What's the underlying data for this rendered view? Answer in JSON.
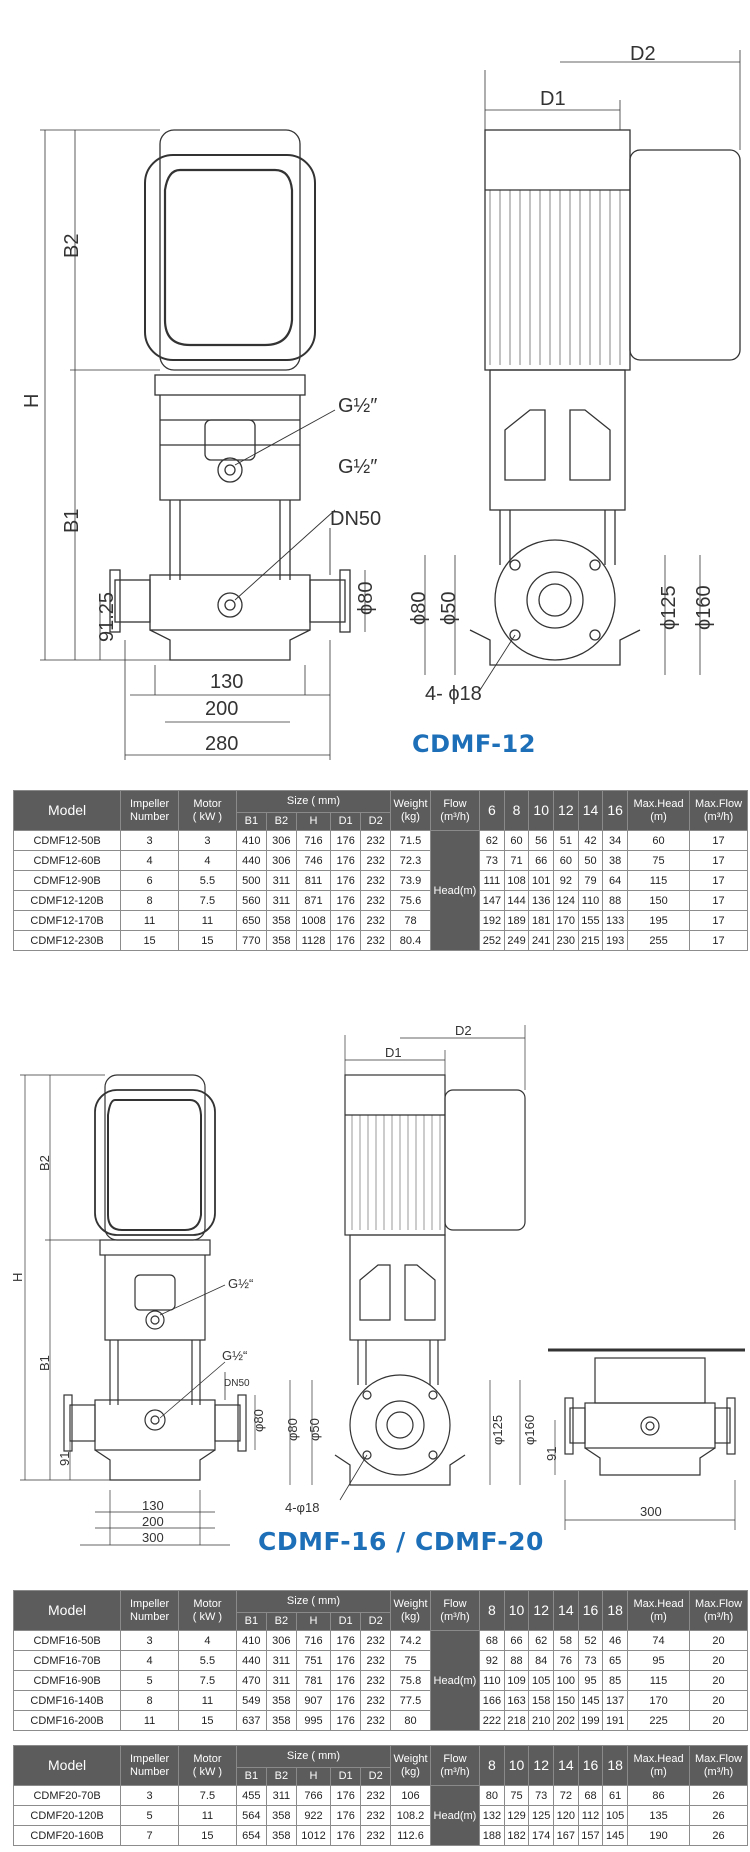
{
  "drawing1": {
    "title": "CDMF-12",
    "dims": {
      "D1": "D1",
      "D2": "D2",
      "H": "H",
      "B1": "B1",
      "B2": "B2",
      "d9125": "91.25",
      "d130": "130",
      "d200": "200",
      "d280": "280",
      "phi80_right": "ϕ80",
      "phi80_left": "ϕ80",
      "phi50": "ϕ50",
      "phi125": "ϕ125",
      "phi160": "ϕ160",
      "holes": "4- ϕ18",
      "g1": "G½″",
      "g2": "G½″",
      "dn50": "DN50"
    }
  },
  "drawing2": {
    "title": "CDMF-16 / CDMF-20",
    "dims": {
      "D1": "D1",
      "D2": "D2",
      "H": "H",
      "B1": "B1",
      "B2": "B2",
      "d91": "91",
      "d91b": "91",
      "d130": "130",
      "d200": "200",
      "d300": "300",
      "d300b": "300",
      "phi80_right": "φ80",
      "phi80_left": "φ80",
      "phi50": "φ50",
      "phi125": "φ125",
      "phi160": "φ160",
      "holes": "4-φ18",
      "g1": "G½“",
      "g2": "G½“",
      "dn50": "DN50"
    }
  },
  "labels": {
    "model": "Model",
    "impeller_1": "Impeller",
    "impeller_2": "Number",
    "motor_1": "Motor",
    "motor_2": "( kW )",
    "size": "Size ( mm)",
    "b1": "B1",
    "b2": "B2",
    "h": "H",
    "d1": "D1",
    "d2": "D2",
    "weight_1": "Weight",
    "weight_2": "(kg)",
    "flow_1": "Flow",
    "flow_2": "(m³/h)",
    "head": "Head(m)",
    "maxhead_1": "Max.Head",
    "maxhead_2": "(m)",
    "maxflow_1": "Max.Flow",
    "maxflow_2": "(m³/h)"
  },
  "table12": {
    "flows": [
      "6",
      "8",
      "10",
      "12",
      "14",
      "16"
    ],
    "rows": [
      {
        "model": "CDMF12-50B",
        "imp": "3",
        "motor": "3",
        "b1": "410",
        "b2": "306",
        "h": "716",
        "d1": "176",
        "d2": "232",
        "w": "71.5",
        "heads": [
          "62",
          "60",
          "56",
          "51",
          "42",
          "34"
        ],
        "mh": "60",
        "mf": "17"
      },
      {
        "model": "CDMF12-60B",
        "imp": "4",
        "motor": "4",
        "b1": "440",
        "b2": "306",
        "h": "746",
        "d1": "176",
        "d2": "232",
        "w": "72.3",
        "heads": [
          "73",
          "71",
          "66",
          "60",
          "50",
          "38"
        ],
        "mh": "75",
        "mf": "17"
      },
      {
        "model": "CDMF12-90B",
        "imp": "6",
        "motor": "5.5",
        "b1": "500",
        "b2": "311",
        "h": "811",
        "d1": "176",
        "d2": "232",
        "w": "73.9",
        "heads": [
          "111",
          "108",
          "101",
          "92",
          "79",
          "64"
        ],
        "mh": "115",
        "mf": "17"
      },
      {
        "model": "CDMF12-120B",
        "imp": "8",
        "motor": "7.5",
        "b1": "560",
        "b2": "311",
        "h": "871",
        "d1": "176",
        "d2": "232",
        "w": "75.6",
        "heads": [
          "147",
          "144",
          "136",
          "124",
          "110",
          "88"
        ],
        "mh": "150",
        "mf": "17"
      },
      {
        "model": "CDMF12-170B",
        "imp": "11",
        "motor": "11",
        "b1": "650",
        "b2": "358",
        "h": "1008",
        "d1": "176",
        "d2": "232",
        "w": "78",
        "heads": [
          "192",
          "189",
          "181",
          "170",
          "155",
          "133"
        ],
        "mh": "195",
        "mf": "17"
      },
      {
        "model": "CDMF12-230B",
        "imp": "15",
        "motor": "15",
        "b1": "770",
        "b2": "358",
        "h": "1128",
        "d1": "176",
        "d2": "232",
        "w": "80.4",
        "heads": [
          "252",
          "249",
          "241",
          "230",
          "215",
          "193"
        ],
        "mh": "255",
        "mf": "17"
      }
    ]
  },
  "table16": {
    "flows": [
      "8",
      "10",
      "12",
      "14",
      "16",
      "18"
    ],
    "rows": [
      {
        "model": "CDMF16-50B",
        "imp": "3",
        "motor": "4",
        "b1": "410",
        "b2": "306",
        "h": "716",
        "d1": "176",
        "d2": "232",
        "w": "74.2",
        "heads": [
          "68",
          "66",
          "62",
          "58",
          "52",
          "46"
        ],
        "mh": "74",
        "mf": "20"
      },
      {
        "model": "CDMF16-70B",
        "imp": "4",
        "motor": "5.5",
        "b1": "440",
        "b2": "311",
        "h": "751",
        "d1": "176",
        "d2": "232",
        "w": "75",
        "heads": [
          "92",
          "88",
          "84",
          "76",
          "73",
          "65"
        ],
        "mh": "95",
        "mf": "20"
      },
      {
        "model": "CDMF16-90B",
        "imp": "5",
        "motor": "7.5",
        "b1": "470",
        "b2": "311",
        "h": "781",
        "d1": "176",
        "d2": "232",
        "w": "75.8",
        "heads": [
          "110",
          "109",
          "105",
          "100",
          "95",
          "85"
        ],
        "mh": "115",
        "mf": "20"
      },
      {
        "model": "CDMF16-140B",
        "imp": "8",
        "motor": "11",
        "b1": "549",
        "b2": "358",
        "h": "907",
        "d1": "176",
        "d2": "232",
        "w": "77.5",
        "heads": [
          "166",
          "163",
          "158",
          "150",
          "145",
          "137"
        ],
        "mh": "170",
        "mf": "20"
      },
      {
        "model": "CDMF16-200B",
        "imp": "11",
        "motor": "15",
        "b1": "637",
        "b2": "358",
        "h": "995",
        "d1": "176",
        "d2": "232",
        "w": "80",
        "heads": [
          "222",
          "218",
          "210",
          "202",
          "199",
          "191"
        ],
        "mh": "225",
        "mf": "20"
      }
    ]
  },
  "table20": {
    "flows": [
      "8",
      "10",
      "12",
      "14",
      "16",
      "18"
    ],
    "rows": [
      {
        "model": "CDMF20-70B",
        "imp": "3",
        "motor": "7.5",
        "b1": "455",
        "b2": "311",
        "h": "766",
        "d1": "176",
        "d2": "232",
        "w": "106",
        "heads": [
          "80",
          "75",
          "73",
          "72",
          "68",
          "61"
        ],
        "mh": "86",
        "mf": "26"
      },
      {
        "model": "CDMF20-120B",
        "imp": "5",
        "motor": "11",
        "b1": "564",
        "b2": "358",
        "h": "922",
        "d1": "176",
        "d2": "232",
        "w": "108.2",
        "heads": [
          "132",
          "129",
          "125",
          "120",
          "112",
          "105"
        ],
        "mh": "135",
        "mf": "26"
      },
      {
        "model": "CDMF20-160B",
        "imp": "7",
        "motor": "15",
        "b1": "654",
        "b2": "358",
        "h": "1012",
        "d1": "176",
        "d2": "232",
        "w": "112.6",
        "heads": [
          "188",
          "182",
          "174",
          "167",
          "157",
          "145"
        ],
        "mh": "190",
        "mf": "26"
      }
    ]
  }
}
